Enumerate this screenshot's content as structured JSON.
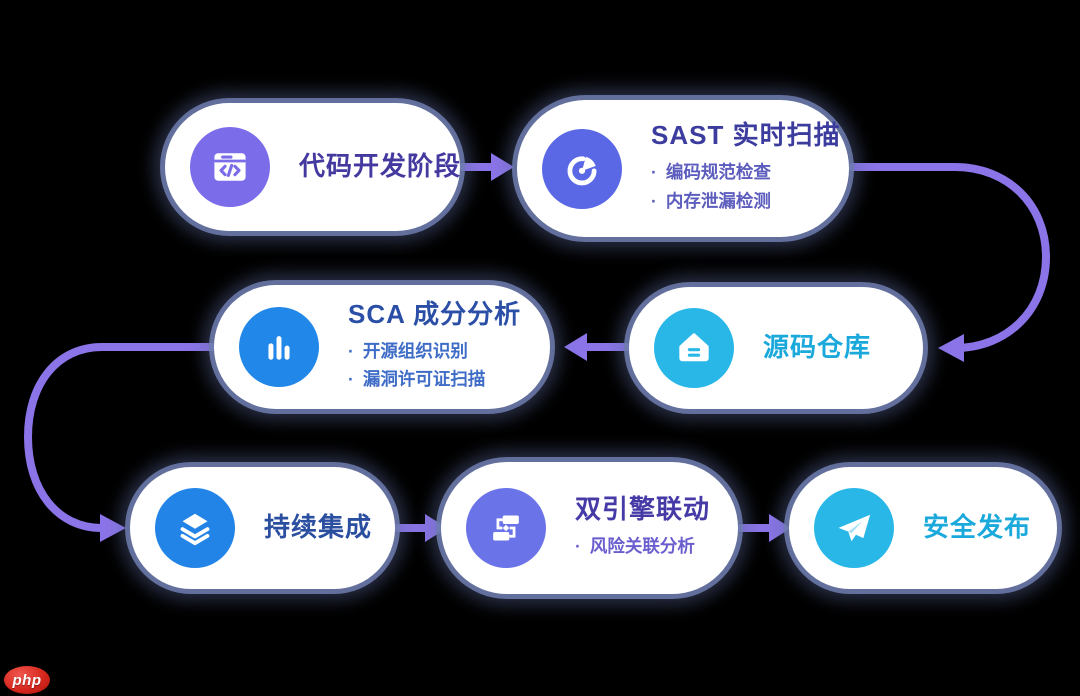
{
  "bullet_mark": "·",
  "colors": {
    "background": "#000000",
    "pill": "#ffffff",
    "glow": "#6e7cae",
    "arrow": "#8b74e8"
  },
  "watermark": {
    "label": "php"
  },
  "nodes": [
    {
      "title": "代码开发阶段",
      "icon": "code-window-icon",
      "icon_bg": "#7b6ce9",
      "title_color": "#44399f",
      "bullets": []
    },
    {
      "title": "SAST 实时扫描",
      "icon": "gauge-scan-icon",
      "icon_bg": "#5a68e6",
      "title_color": "#3c3c9e",
      "bullet_color": "#5d5dbd",
      "bullets": [
        "编码规范检查",
        "内存泄漏检测"
      ]
    },
    {
      "title": "SCA 成分分析",
      "icon": "bar-chart-icon",
      "icon_bg": "#2187e8",
      "title_color": "#2b4fa6",
      "bullet_color": "#3e6cc6",
      "bullets": [
        "开源组织识别",
        "漏洞许可证扫描"
      ]
    },
    {
      "title": "源码仓库",
      "icon": "warehouse-home-icon",
      "icon_bg": "#29b7e8",
      "title_color": "#1ba9dc",
      "bullets": []
    },
    {
      "title": "持续集成",
      "icon": "layers-icon",
      "icon_bg": "#2384e8",
      "title_color": "#2b4fa0",
      "bullets": []
    },
    {
      "title": "双引擎联动",
      "icon": "flowchart-icon",
      "icon_bg": "#6b73e9",
      "title_color": "#453aa6",
      "bullet_color": "#6a5ecf",
      "bullets": [
        "风险关联分析"
      ]
    },
    {
      "title": "安全发布",
      "icon": "paper-plane-icon",
      "icon_bg": "#29b7e8",
      "title_color": "#1ba9dc",
      "bullets": []
    }
  ]
}
